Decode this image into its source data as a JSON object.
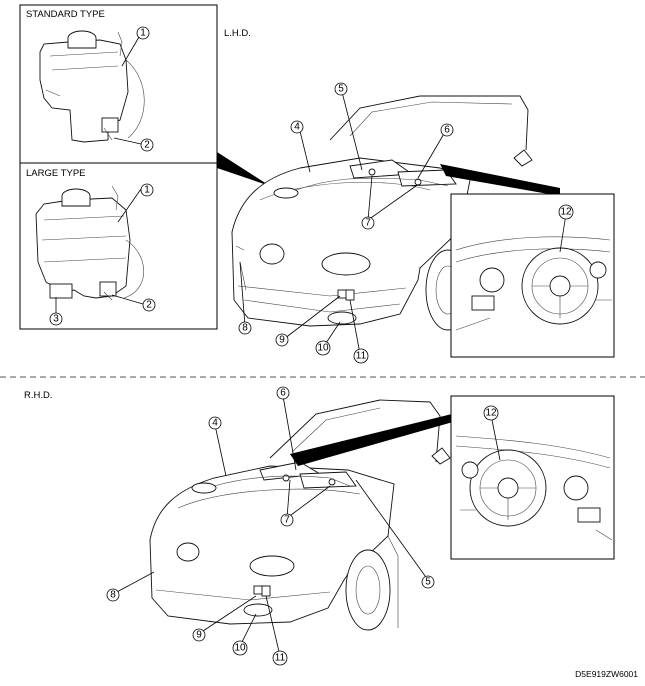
{
  "panels": {
    "standard_type": "STANDARD TYPE",
    "large_type": "LARGE TYPE",
    "lhd": "L.H.D.",
    "rhd": "R.H.D."
  },
  "figure_code": "D5E919ZW6001",
  "callouts": {
    "c1": "1",
    "c2": "2",
    "c3": "3",
    "c4": "4",
    "c5": "5",
    "c6": "6",
    "c7": "7",
    "c8": "8",
    "c9": "9",
    "c10": "10",
    "c11": "11",
    "c12": "12"
  }
}
